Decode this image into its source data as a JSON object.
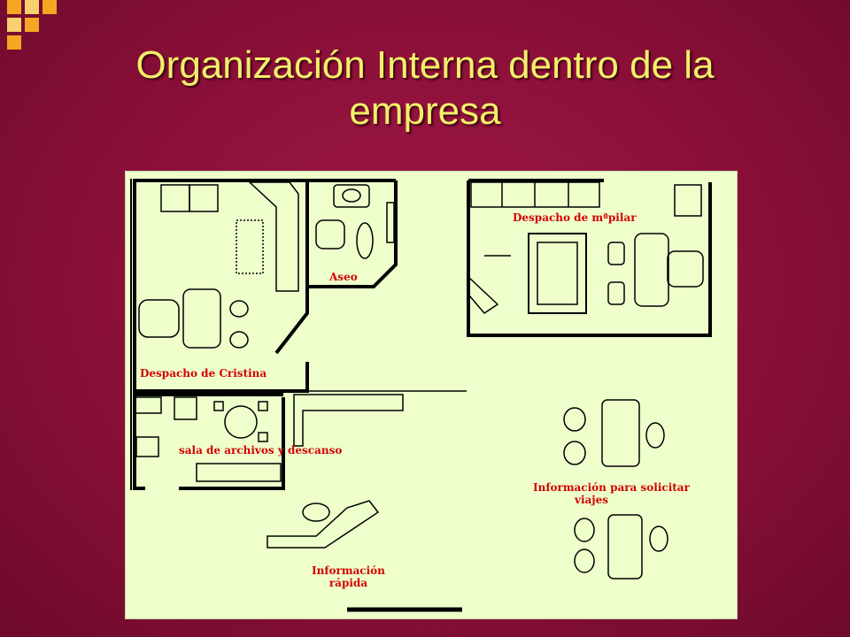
{
  "slide": {
    "title_line1": "Organización Interna dentro de la",
    "title_line2": "empresa"
  },
  "theme": {
    "background": "#8a0f38",
    "title_color": "#f2ef6a",
    "plan_background": "#eeffcc",
    "label_color": "#d40000",
    "deco_squares": [
      "#f5a623",
      "#f7d070"
    ]
  },
  "floor_plan": {
    "rooms": [
      {
        "id": "despacho-cristina",
        "label": "Despacho de Cristina"
      },
      {
        "id": "aseo",
        "label": "Aseo"
      },
      {
        "id": "despacho-mapilar",
        "label": "Despacho de mªpilar"
      },
      {
        "id": "sala-archivos",
        "label": "sala de archivos y descanso"
      },
      {
        "id": "info-viajes",
        "label_line1": "Información para solicitar",
        "label_line2": "viajes"
      },
      {
        "id": "info-rapida",
        "label_line1": "Información",
        "label_line2": "rápida"
      }
    ]
  }
}
